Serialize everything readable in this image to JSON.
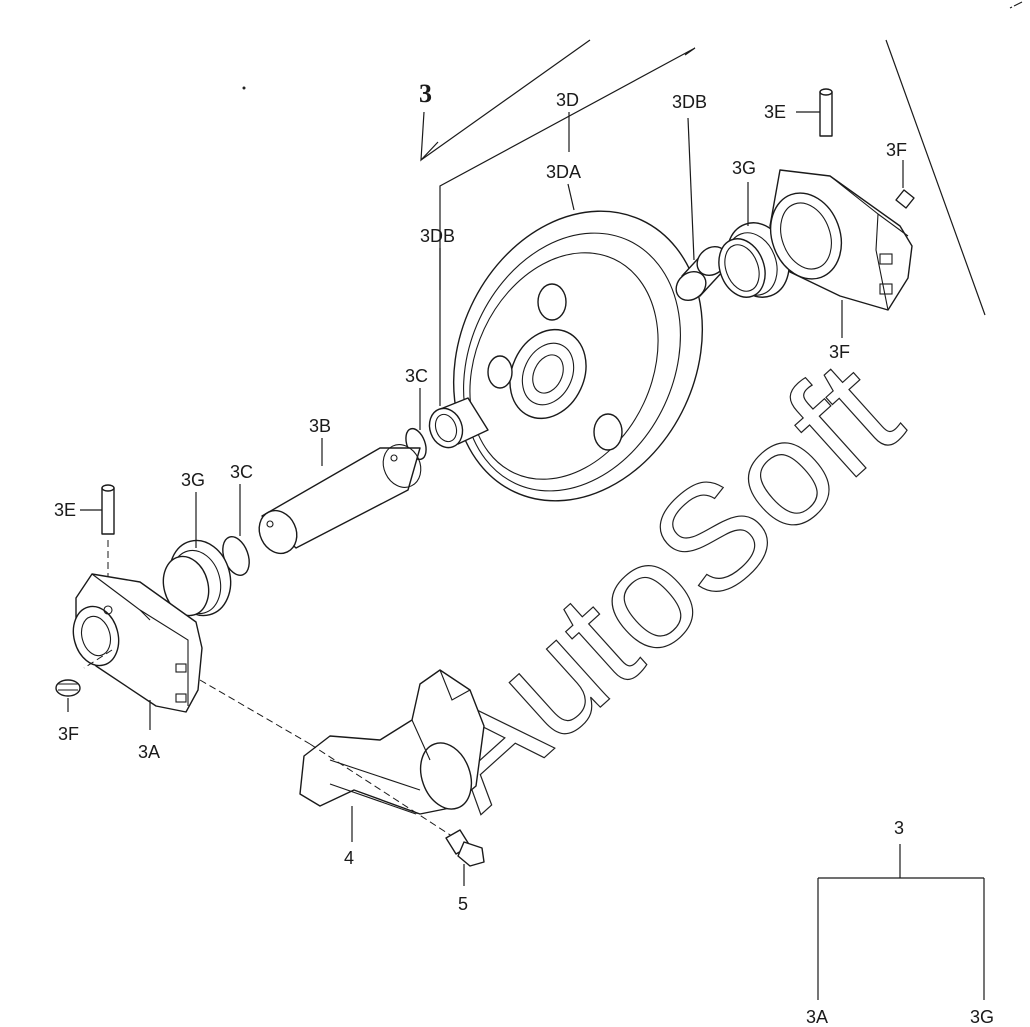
{
  "assembly": {
    "number": "3"
  },
  "watermark": "AutoSoft",
  "labels": {
    "d3D": "3D",
    "d3DA": "3DA",
    "d3DB_top": "3DB",
    "d3DB_left": "3DB",
    "d3E_top": "3E",
    "d3F_top": "3F",
    "d3G_top": "3G",
    "d3F_right": "3F",
    "d3C_top": "3C",
    "d3B": "3B",
    "d3G_left": "3G",
    "d3C_left": "3C",
    "d3E_left": "3E",
    "d3F_left": "3F",
    "d3A": "3A",
    "d4": "4",
    "d5": "5"
  },
  "tree": {
    "root": "3",
    "left": "3A",
    "right": "3G"
  }
}
